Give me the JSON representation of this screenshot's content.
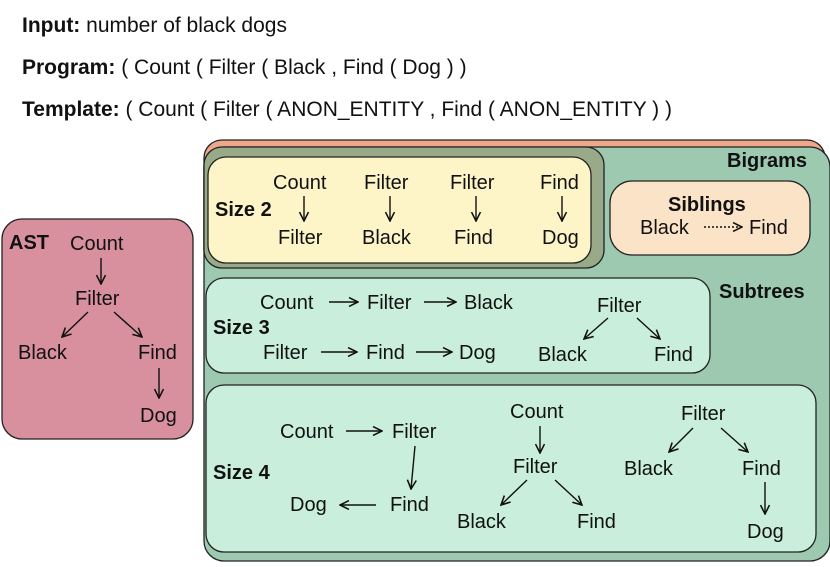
{
  "header": {
    "input_label": "Input:",
    "input_text": "number of black dogs",
    "program_label": "Program:",
    "program_text": "( Count ( Filter ( Black , Find ( Dog ) )",
    "template_label": "Template:",
    "template_text": "( Count ( Filter ( ANON_ENTITY , Find ( ANON_ENTITY ) )"
  },
  "ast": {
    "title": "AST",
    "nodes": [
      "Count",
      "Filter",
      "Black",
      "Find",
      "Dog"
    ],
    "color": "#d8909f"
  },
  "bigrams": {
    "title": "Bigrams",
    "color": "#eda88a",
    "siblings_title": "Siblings",
    "siblings_left": "Black",
    "siblings_right": "Find"
  },
  "size2": {
    "label": "Size 2",
    "color": "#fdf5c8",
    "pairs": [
      {
        "top": "Count",
        "bottom": "Filter"
      },
      {
        "top": "Filter",
        "bottom": "Black"
      },
      {
        "top": "Filter",
        "bottom": "Find"
      },
      {
        "top": "Find",
        "bottom": "Dog"
      }
    ]
  },
  "subtrees": {
    "title": "Subtrees",
    "color": "#9cc9b0",
    "size3": {
      "label": "Size 3",
      "chain1": [
        "Count",
        "Filter",
        "Black"
      ],
      "chain2": [
        "Filter",
        "Find",
        "Dog"
      ],
      "tree": {
        "root": "Filter",
        "left": "Black",
        "right": "Find"
      }
    },
    "size4": {
      "label": "Size 4",
      "a": {
        "n1": "Count",
        "n2": "Filter",
        "n3": "Find",
        "n4": "Dog"
      },
      "b": {
        "root": "Count",
        "mid": "Filter",
        "left": "Black",
        "right": "Find"
      },
      "c": {
        "root": "Filter",
        "left": "Black",
        "right": "Find",
        "child": "Dog"
      }
    }
  },
  "inner_box_color": "#c9eedb"
}
